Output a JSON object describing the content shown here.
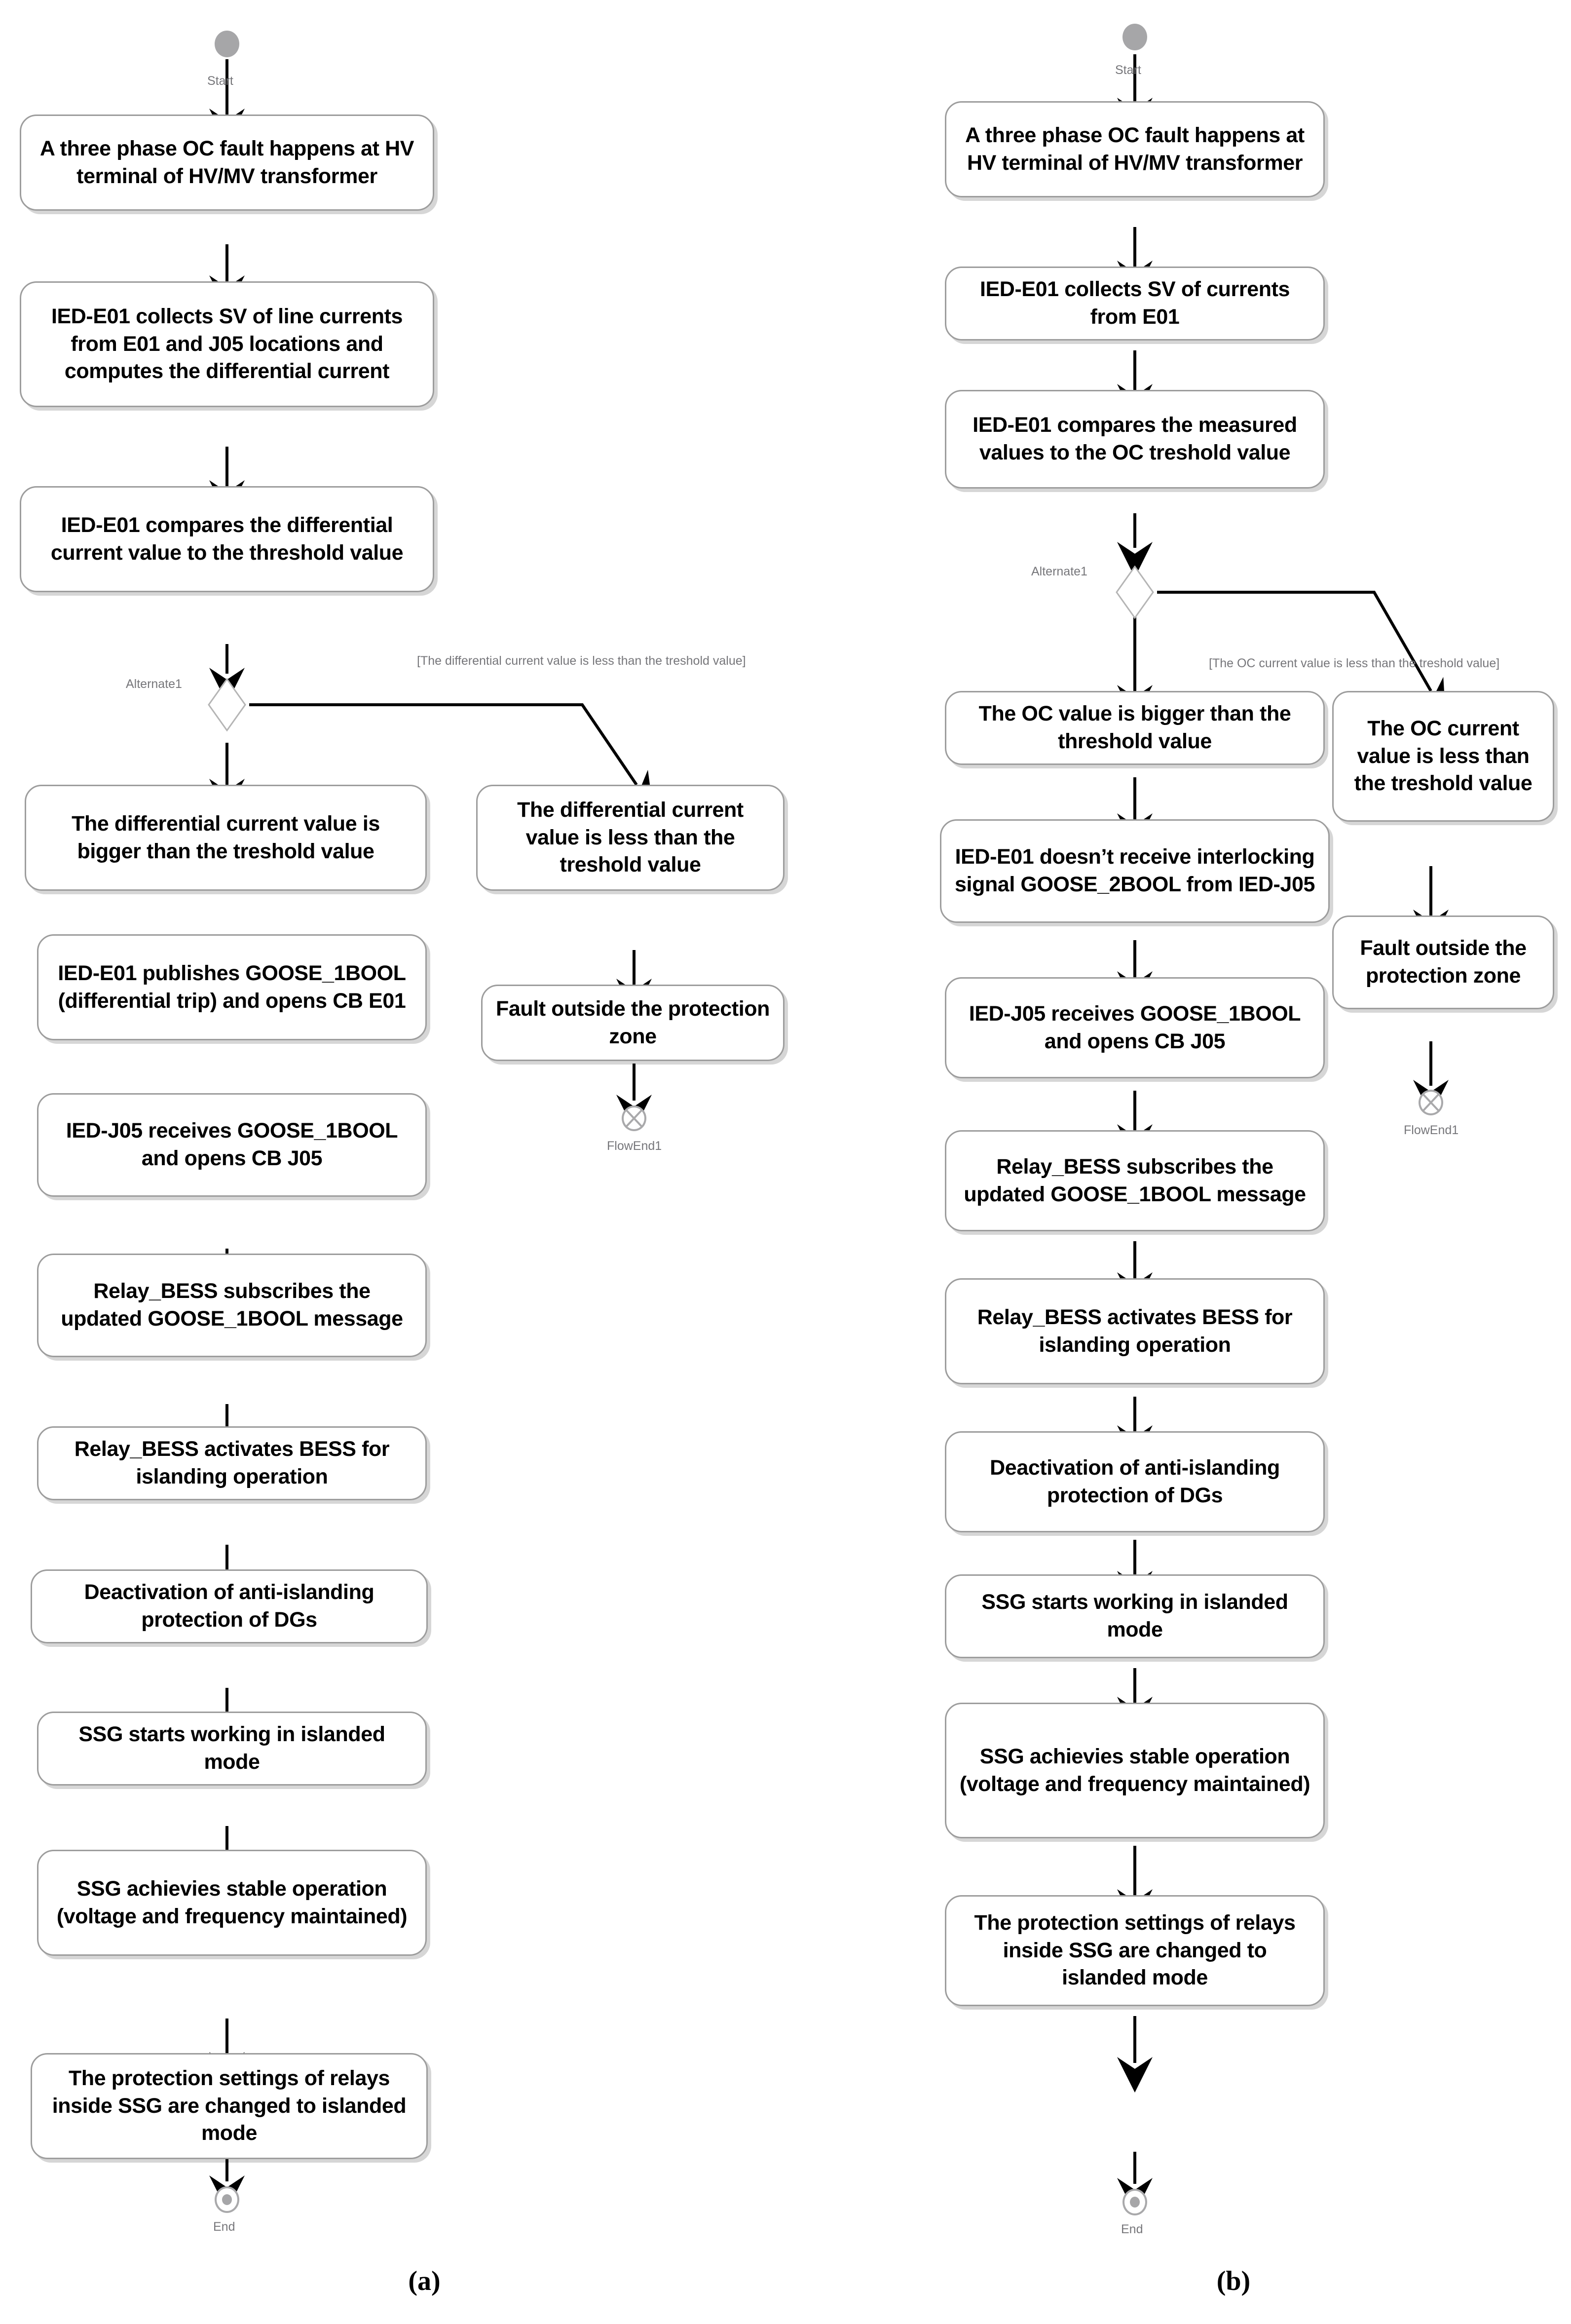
{
  "figure": {
    "caption_a": "(a)",
    "caption_b": "(b)"
  },
  "colors": {
    "node_border": "#9d9d9d",
    "node_fill": "#ffffff",
    "text": "#000000",
    "marker_fill": "#a6a6a8",
    "annotation_text": "#76767a",
    "edge": "#000000"
  },
  "diagram_a": {
    "start_label": "Start",
    "end_label": "End",
    "flow_end_label": "FlowEnd1",
    "decision_label": "Alternate1",
    "guard_label": "[The differential current value is less than the treshold value]",
    "main_nodes": [
      "A three phase OC fault happens at HV terminal of HV/MV transformer",
      "IED-E01 collects SV of line currents from E01 and J05 locations and computes the differential current",
      "IED-E01 compares the differential current value to the threshold value",
      "The differential current value is bigger than the treshold value",
      "IED-E01 publishes GOOSE_1BOOL (differential trip) and opens CB E01",
      "IED-J05 receives GOOSE_1BOOL and opens CB J05",
      "Relay_BESS subscribes the updated GOOSE_1BOOL message",
      "Relay_BESS activates BESS for islanding operation",
      "Deactivation of anti-islanding protection  of DGs",
      "SSG starts working in islanded mode",
      "SSG achievies stable operation (voltage and frequency maintained)",
      "The protection settings of relays inside SSG are changed to islanded mode"
    ],
    "branch_nodes": [
      "The differential current value is less than the treshold value",
      "Fault outside the protection zone"
    ]
  },
  "diagram_b": {
    "start_label": "Start",
    "end_label": "End",
    "flow_end_label": "FlowEnd1",
    "decision_label": "Alternate1",
    "guard_label": "[The OC current value is less than the treshold value]",
    "main_nodes": [
      "A three phase OC fault happens at HV terminal of HV/MV transformer",
      "IED-E01 collects SV of currents from E01",
      "IED-E01 compares the measured values to the OC treshold value",
      "The OC value is bigger than the threshold value",
      "IED-E01 doesn’t receive interlocking signal GOOSE_2BOOL from IED-J05",
      "IED-J05 receives GOOSE_1BOOL and opens CB J05",
      "Relay_BESS subscribes the updated GOOSE_1BOOL message",
      "Relay_BESS activates BESS for islanding operation",
      "Deactivation of anti-islanding protection  of DGs",
      "SSG starts working in islanded mode",
      "SSG achievies stable operation (voltage and frequency maintained)",
      "The protection settings of relays inside SSG are changed to islanded mode"
    ],
    "branch_nodes": [
      "The OC current value is less than the treshold value",
      "Fault outside the protection zone"
    ]
  }
}
